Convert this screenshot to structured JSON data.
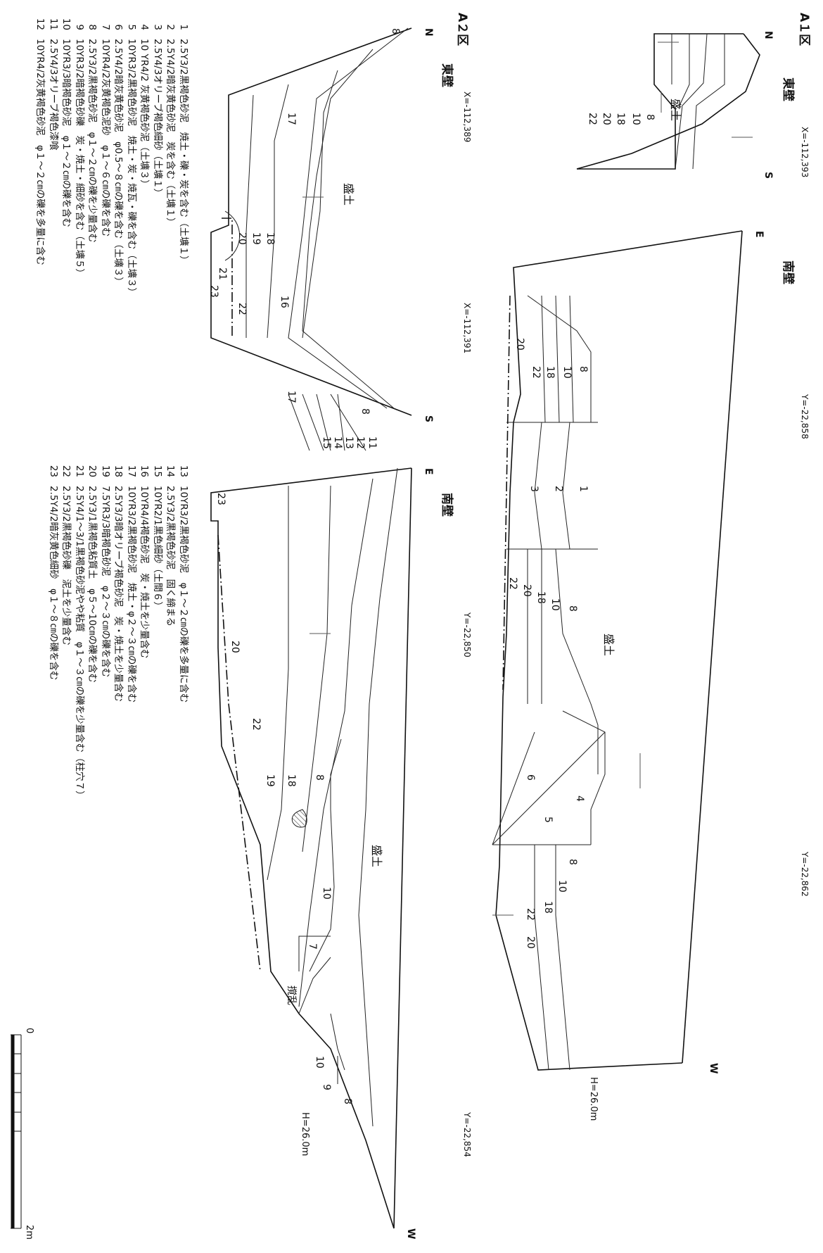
{
  "panels": {
    "a1": {
      "area": "A１区",
      "east_wall": {
        "label": "東壁",
        "top": "N",
        "bottom": "S",
        "coord": "X=-112,393",
        "fill": "盛土",
        "layers": [
          "8",
          "10",
          "18",
          "20",
          "22"
        ]
      },
      "south_wall": {
        "label": "南壁",
        "left": "E",
        "right": "W",
        "coords": [
          "Y=-22,858",
          "Y=-22,862"
        ],
        "fill": "盛土",
        "elevation": "H=26.0m",
        "layers_left": [
          "8",
          "10",
          "18",
          "22",
          "20"
        ],
        "layers_pit": [
          "1",
          "2",
          "3"
        ],
        "layers_mid": [
          "8",
          "10",
          "18",
          "20",
          "22"
        ],
        "layers_pit2": [
          "4",
          "5",
          "6",
          "8"
        ],
        "layers_right": [
          "10",
          "18",
          "22",
          "20"
        ]
      }
    },
    "a2": {
      "area": "A２区",
      "east_wall": {
        "label": "東壁",
        "top": "N",
        "bottom": "S",
        "coords": [
          "X=-112,389",
          "X=-112,391"
        ],
        "fill": "盛土",
        "layers": [
          "8",
          "17",
          "18",
          "19",
          "20",
          "21",
          "16",
          "22",
          "23",
          "17",
          "8"
        ],
        "connectors": [
          "11",
          "12",
          "13",
          "14",
          "15"
        ]
      },
      "south_wall": {
        "label": "南壁",
        "left": "E",
        "right": "W",
        "coords": [
          "Y=-22,850",
          "Y=-22,854"
        ],
        "fill": "盛土",
        "disturbed": "撹乱",
        "elevation": "H=26.0m",
        "layers": [
          "23",
          "20",
          "22",
          "19",
          "18",
          "8",
          "10",
          "7",
          "10",
          "8",
          "9"
        ]
      }
    }
  },
  "legend_left": [
    {
      "no": "1",
      "text": "2.5Y3/2黒褐色砂泥　焼土・礫・炭を含む（土壙１）"
    },
    {
      "no": "2",
      "text": "2.5Y4/2暗灰黄色砂泥　炭を含む（土壙１）"
    },
    {
      "no": "3",
      "text": "2.5Y4/3オリーブ褐色細砂（土壙１）"
    },
    {
      "no": "4",
      "text": "10 YR4/2 灰黄褐色砂泥（土壙３）"
    },
    {
      "no": "5",
      "text": "10YR3/2黒褐色砂泥　焼土・炭・焼瓦・礫を含む（土壙３）"
    },
    {
      "no": "6",
      "text": "2.5Y4/2暗灰黄色砂泥　φ0.5～８㎝の礫を含む（土壙３）"
    },
    {
      "no": "7",
      "text": "10YR4/2灰黄褐色泥砂　φ１～６㎝の礫を含む"
    },
    {
      "no": "8",
      "text": "2.5Y3/2黒褐色砂泥　φ１～２㎝の礫を少量含む"
    },
    {
      "no": "9",
      "text": "10YR3/2暗褐色砂礫　炭・焼土・細砂を含む（土壙５）"
    },
    {
      "no": "10",
      "text": "10YR3/3暗褐色砂泥　φ１～２㎝の礫を含む"
    },
    {
      "no": "11",
      "text": "2.5Y4/3オリーブ褐色漆喰"
    },
    {
      "no": "12",
      "text": "10YR4/2灰黄褐色砂泥　φ１～２㎝の礫を多量に含む"
    }
  ],
  "legend_right": [
    {
      "no": "13",
      "text": "10YR3/2黒褐色砂泥　φ１～２㎝の礫を多量に含む"
    },
    {
      "no": "14",
      "text": "2.5Y3/2黒褐色砂泥　固く締まる"
    },
    {
      "no": "15",
      "text": "10YR2/1黒色細砂（土間６）"
    },
    {
      "no": "16",
      "text": "10YR4/4褐色砂泥　炭・焼土を少量含む"
    },
    {
      "no": "17",
      "text": "10YR3/2黒褐色砂泥　焼土・φ２～３㎝の礫を含む"
    },
    {
      "no": "18",
      "text": "2.5Y3/3暗オリーブ褐色砂泥　炭・焼土を少量含む"
    },
    {
      "no": "19",
      "text": "7.5YR3/3暗褐色砂泥　φ２～３㎝の礫を含む"
    },
    {
      "no": "20",
      "text": "2.5Y3/1黒褐色粘質土　φ５～10㎝の礫を含む"
    },
    {
      "no": "21",
      "text": "2.5Y4/1～3/1黒褐色砂泥やや粘質　φ１～３㎝の礫を少量含む（柱穴７）"
    },
    {
      "no": "22",
      "text": "2.5Y3/2黒褐色砂礫　泥土を少量含む"
    },
    {
      "no": "23",
      "text": "2.5Y4/2暗灰黄色細砂　φ１～８㎝の礫を含む"
    }
  ],
  "scale": {
    "start": "0",
    "end": "2m"
  }
}
